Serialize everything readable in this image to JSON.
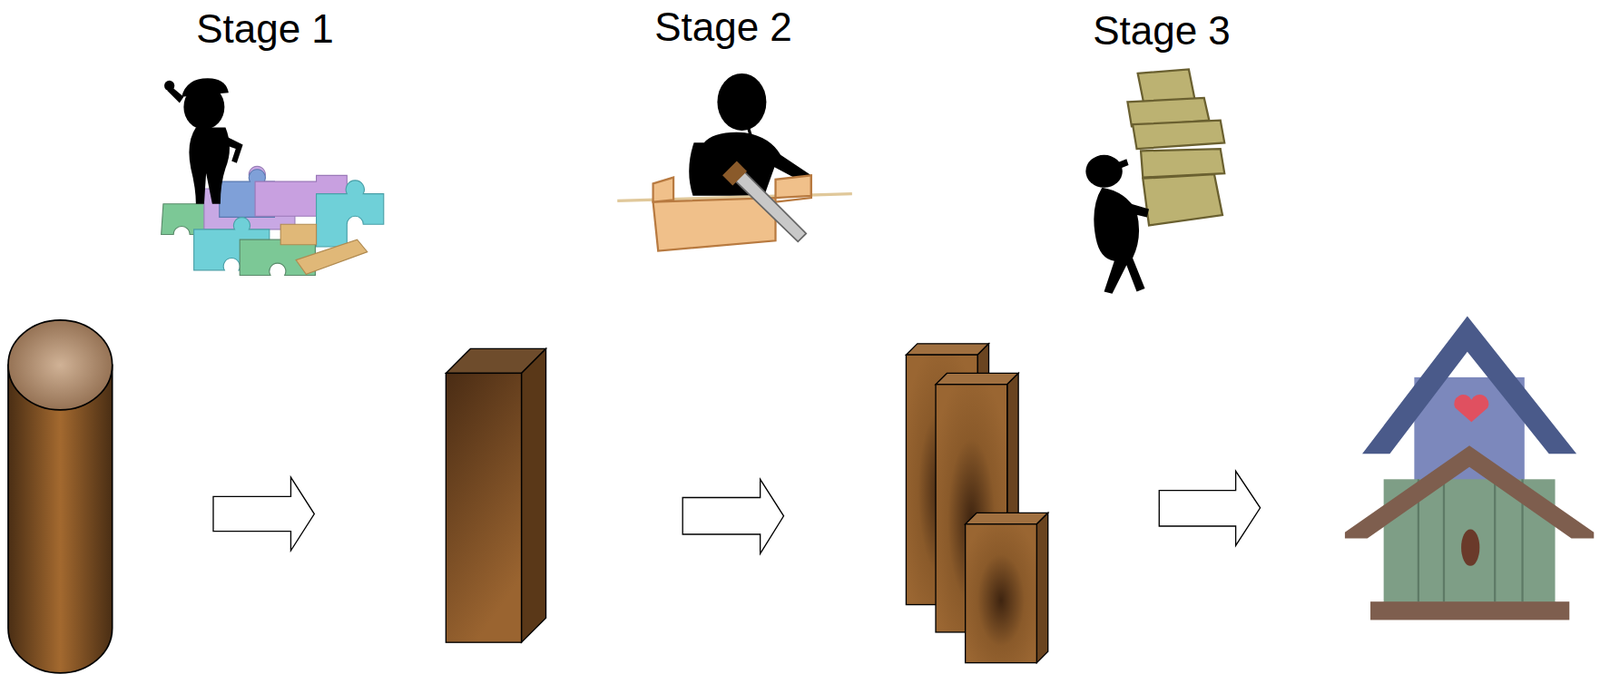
{
  "diagram": {
    "labels": [
      "Stage 1",
      "Stage 2",
      "Stage 3"
    ]
  }
}
